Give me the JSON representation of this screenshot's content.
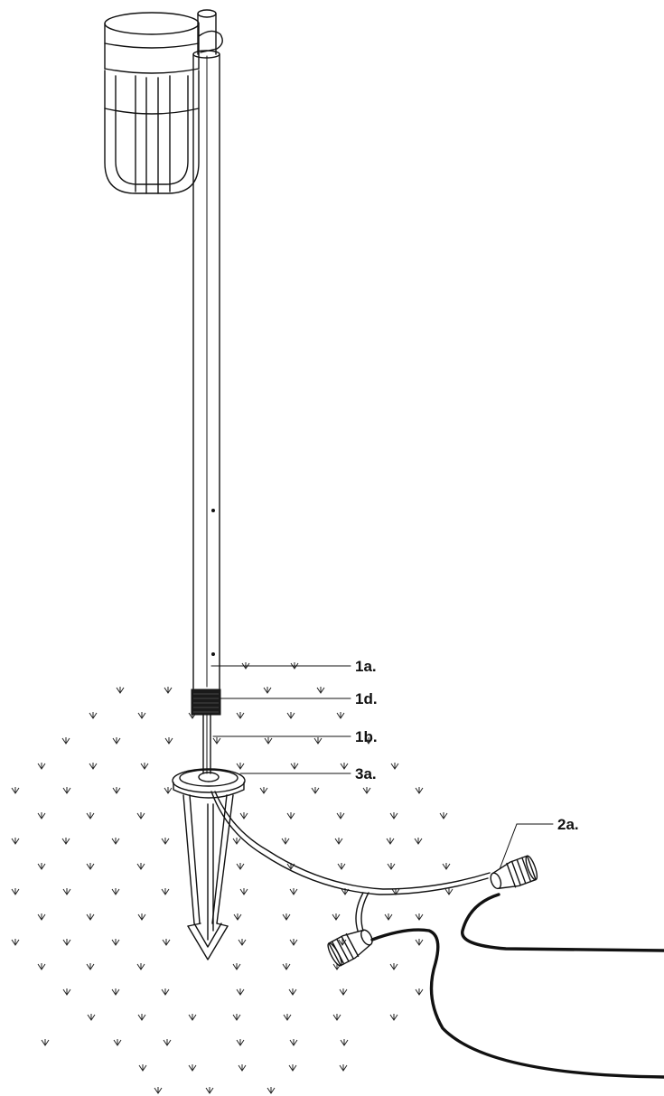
{
  "callouts": {
    "c1a": "1a.",
    "c1d": "1d.",
    "c1b": "1b.",
    "c3a": "3a.",
    "c2a": "2a."
  },
  "icons": {
    "lamp_head": "lantern-head-icon",
    "post": "post-tube-icon",
    "spike": "ground-spike-icon",
    "connector": "wire-connector-icon",
    "grass": "grass-tuft-icon"
  },
  "colors": {
    "line": "#111111",
    "background": "#ffffff",
    "coupler": "#1a1a1a"
  }
}
